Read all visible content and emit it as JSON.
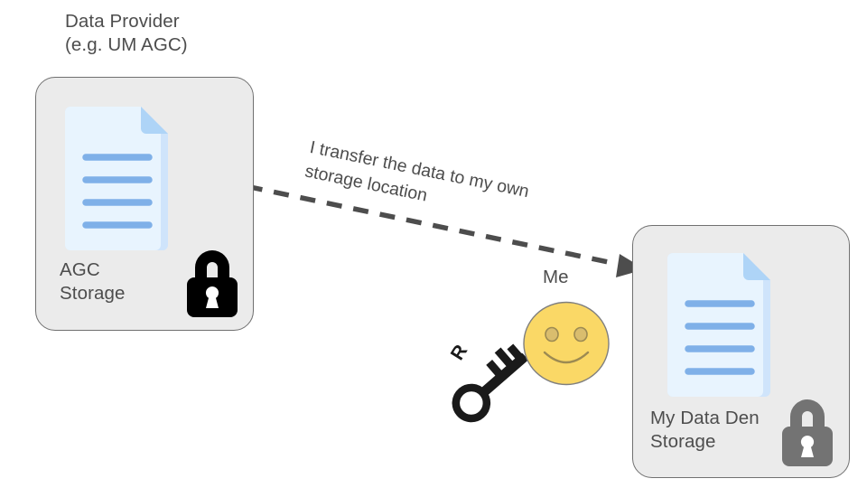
{
  "diagram": {
    "title_provider": "Data Provider\n(e.g. UM AGC)",
    "arrow_label": "I transfer the data to my own\nstorage location",
    "person_label": "Me",
    "colors": {
      "box_fill": "#ebebeb",
      "box_stroke": "#707070",
      "text": "#4d4d4d",
      "doc_body": "#e8f4fe",
      "doc_fold": "#aed4f7",
      "doc_edge": "#cfe4fb",
      "doc_line": "#7fb0e8",
      "lock_black": "#000000",
      "lock_gray": "#737373",
      "face_fill": "#fad866",
      "face_stroke": "#7f7f7f",
      "face_feature": "#9c8a52",
      "arrow": "#4d4d4d",
      "key": "#1a1a1a"
    },
    "nodes": [
      {
        "id": "provider",
        "label": "AGC Storage",
        "label_lines": [
          "AGC",
          "Storage"
        ],
        "doc_icon": "document-icon",
        "lock_icon": "lock-icon",
        "lock_color": "#000000"
      },
      {
        "id": "mine",
        "label": "My Data Den Storage",
        "label_lines": [
          "My Data Den",
          "Storage"
        ],
        "doc_icon": "document-icon",
        "lock_icon": "lock-icon",
        "lock_color": "#737373"
      }
    ],
    "edge": {
      "from": "provider",
      "to": "mine",
      "style": "dashed",
      "arrowhead": "triangle",
      "label": "I transfer the data to my own storage location"
    },
    "actor": {
      "label": "Me",
      "face_icon": "smiley-face-icon",
      "key_icon": "key-icon",
      "key_marking": "R"
    }
  }
}
